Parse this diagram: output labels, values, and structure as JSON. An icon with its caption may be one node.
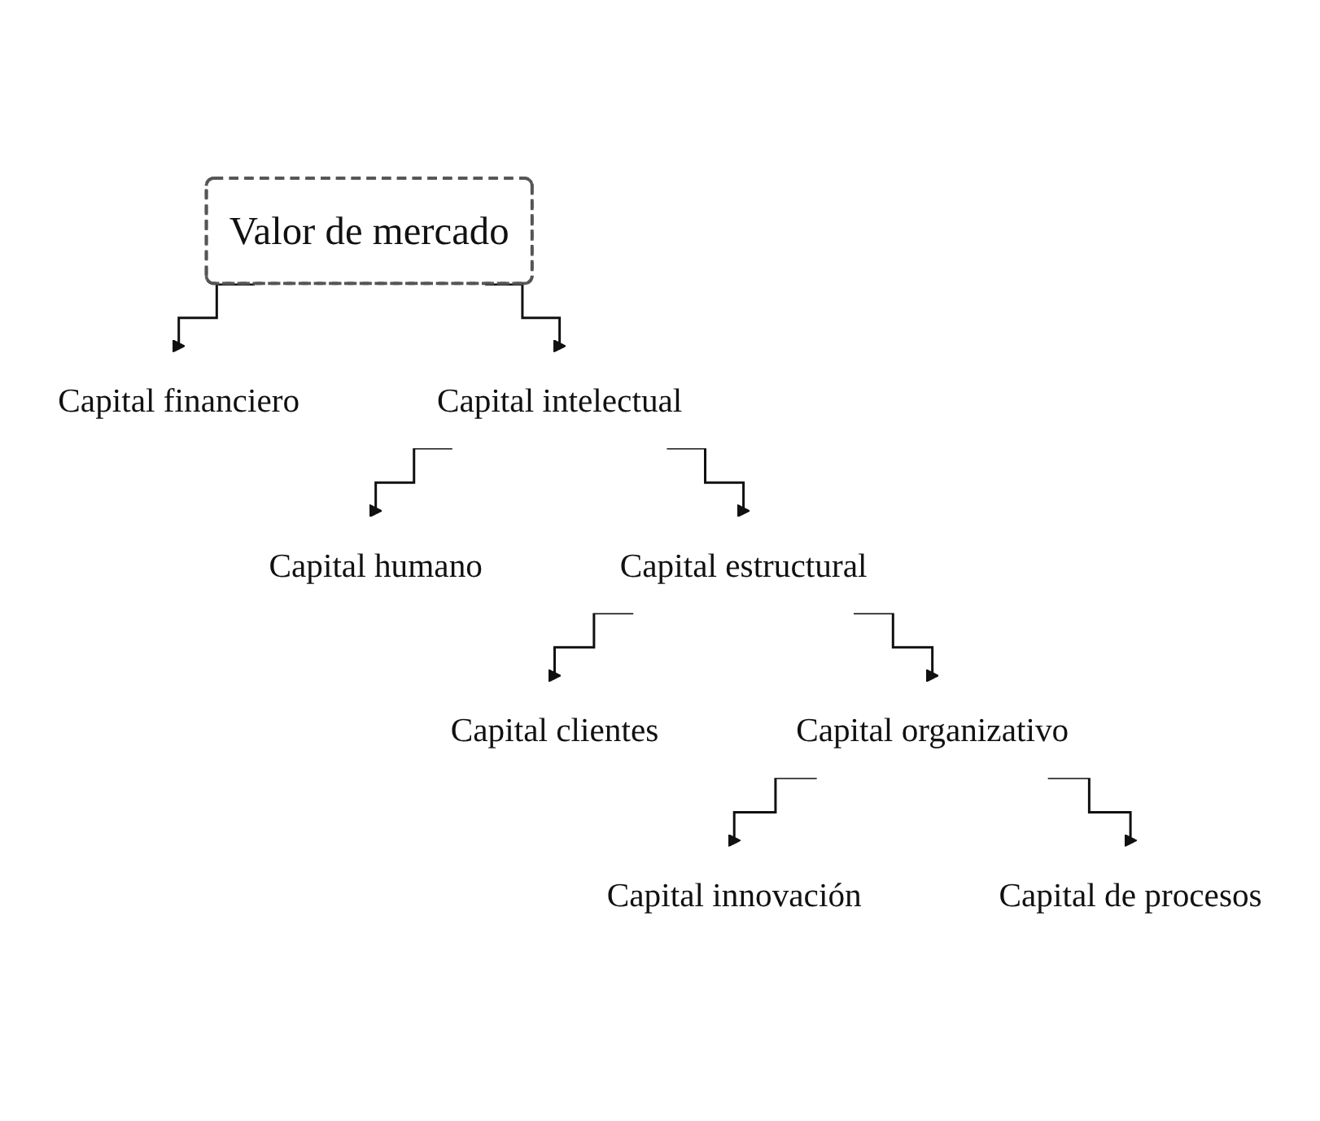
{
  "diagram": {
    "nodes": [
      {
        "text": [
          "Valor de mercado"
        ]
      },
      {
        "text": [
          "Capital financiero"
        ]
      },
      {
        "text": [
          "Capital intelectual"
        ]
      },
      {
        "text": [
          "Capital humano"
        ]
      },
      {
        "text": [
          "Capital estructural"
        ]
      },
      {
        "text": [
          "Capital clientes"
        ]
      },
      {
        "text": [
          "Capital organizativo"
        ]
      },
      {
        "text": [
          "Capital innovación"
        ]
      },
      {
        "text": [
          "Capital de procesos"
        ]
      }
    ],
    "edges": [
      {
        "from": 0,
        "to": 1,
        "arrow": "to"
      },
      {
        "from": 0,
        "to": 2,
        "arrow": "to"
      },
      {
        "from": 2,
        "to": 3,
        "arrow": "to"
      },
      {
        "from": 2,
        "to": 4,
        "arrow": "to"
      },
      {
        "from": 4,
        "to": 5,
        "arrow": "to"
      },
      {
        "from": 4,
        "to": 6,
        "arrow": "to"
      },
      {
        "from": 6,
        "to": 7,
        "arrow": "to"
      },
      {
        "from": 6,
        "to": 8,
        "arrow": "to"
      }
    ]
  }
}
